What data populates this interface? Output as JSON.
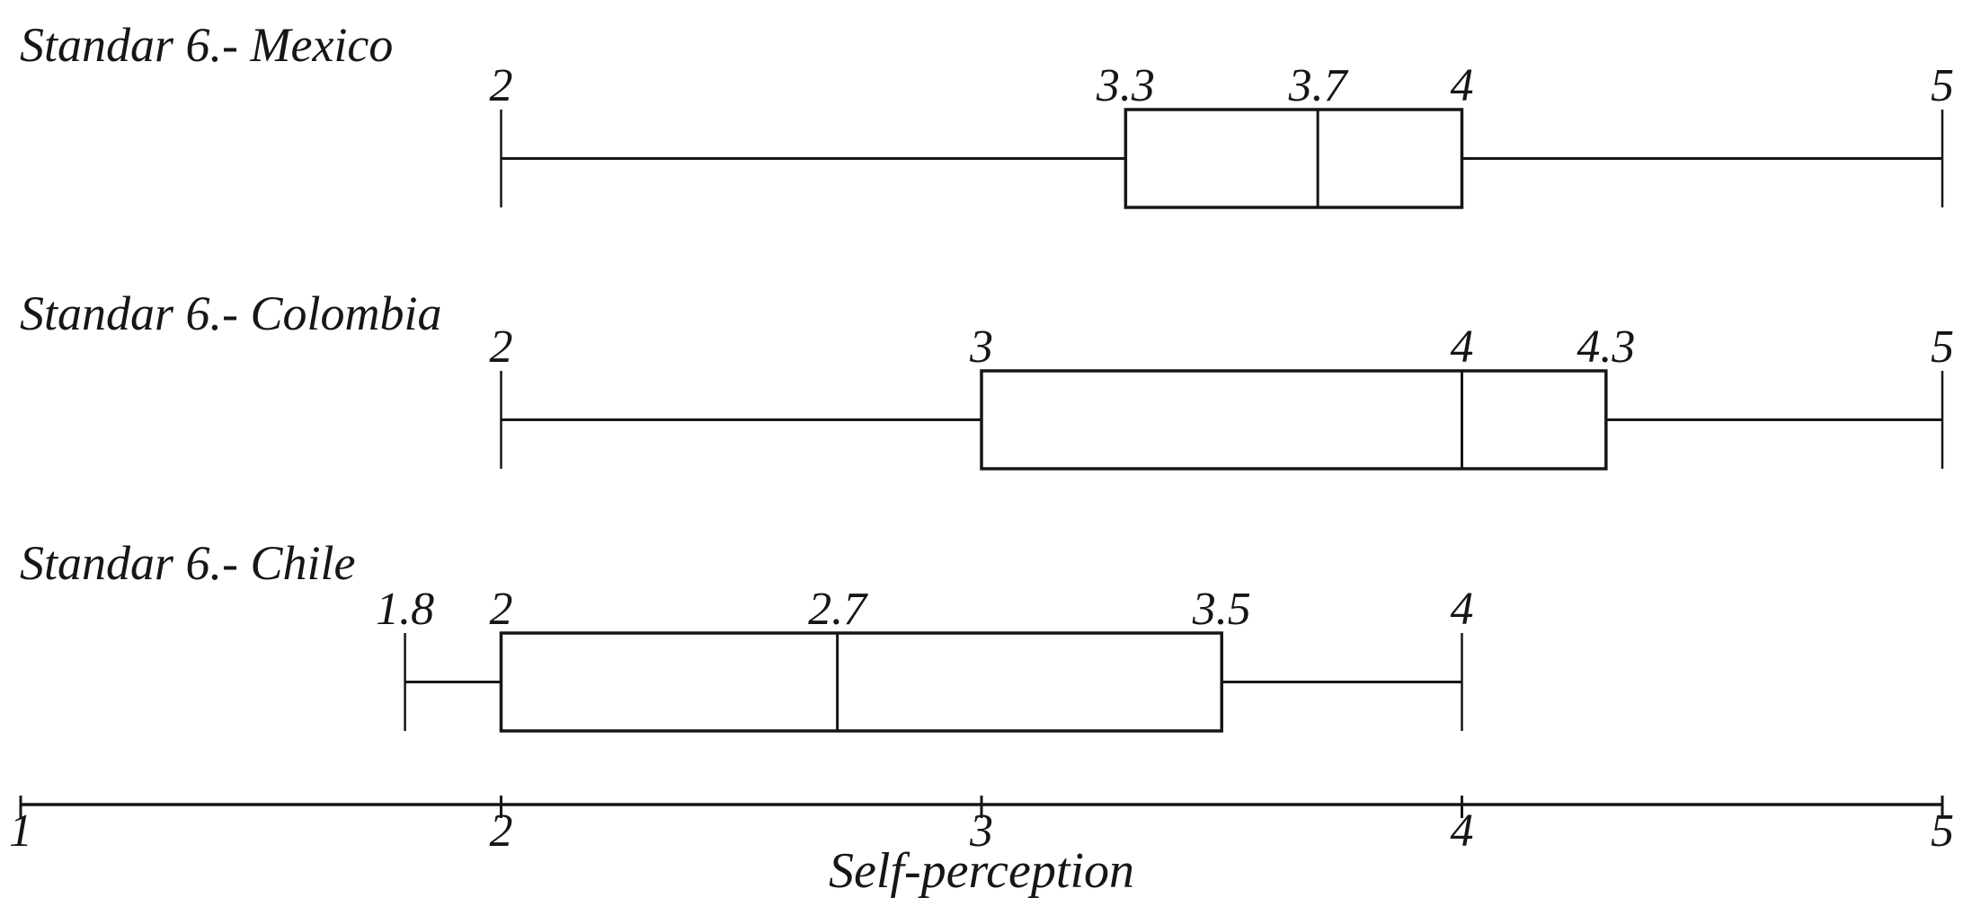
{
  "figure": {
    "background": "#ffffff",
    "ink": "#161616"
  },
  "chart_data": {
    "type": "boxplot",
    "orientation": "horizontal",
    "xlabel": "Self-perception",
    "axis": {
      "min": 1,
      "max": 5,
      "ticks": [
        1,
        2,
        3,
        4,
        5
      ]
    },
    "grid": false,
    "legend": false,
    "series": [
      {
        "name": "Standar 6.- Mexico",
        "min": 2,
        "q1": 3.3,
        "median": 3.7,
        "q3": 4,
        "max": 5
      },
      {
        "name": "Standar 6.- Colombia",
        "min": 2,
        "q1": 3,
        "median": 4,
        "q3": 4.3,
        "max": 5
      },
      {
        "name": "Standar 6.- Chile",
        "min": 1.8,
        "q1": 2,
        "median": 2.7,
        "q3": 3.5,
        "max": 4
      }
    ]
  }
}
